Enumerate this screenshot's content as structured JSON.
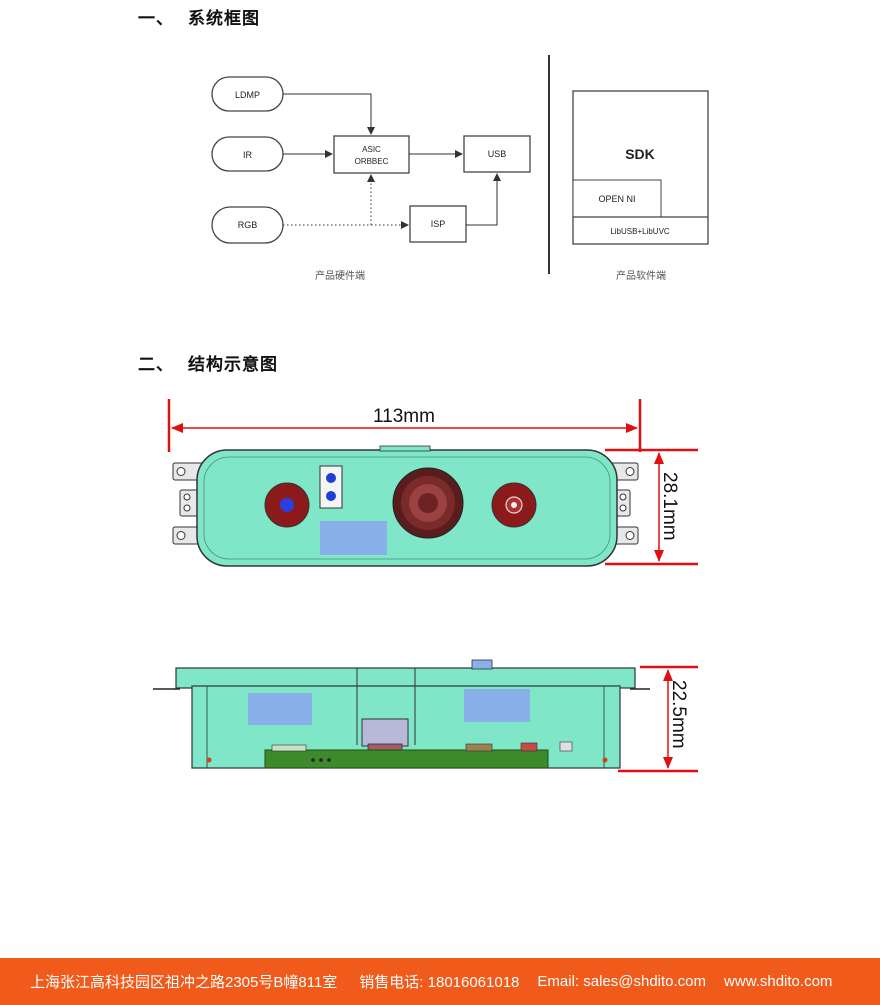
{
  "sections": [
    {
      "number": "一、",
      "title": "系统框图"
    },
    {
      "number": "二、",
      "title": "结构示意图"
    }
  ],
  "block_diagram": {
    "nodes": {
      "ldmp": "LDMP",
      "ir": "IR",
      "rgb": "RGB",
      "asic_line1": "ASIC",
      "asic_line2": "ORBBEC",
      "usb": "USB",
      "isp": "ISP",
      "sdk": "SDK",
      "openni": "OPEN NI",
      "libusb": "LibUSB+LibUVC"
    },
    "captions": {
      "hardware": "产品硬件端",
      "software": "产品软件端"
    }
  },
  "dimensions": {
    "width": "113mm",
    "height": "28.1mm",
    "depth": "22.5mm"
  },
  "colors": {
    "body": "#7fe6c8",
    "dimension_line": "#e01010",
    "footer_bg": "#f05a1a"
  },
  "footer": {
    "address": "上海张江高科技园区祖冲之路2305号B幢811室",
    "phone": "销售电话: 18016061018",
    "email": "Email: sales@shdito.com",
    "website": "www.shdito.com"
  }
}
